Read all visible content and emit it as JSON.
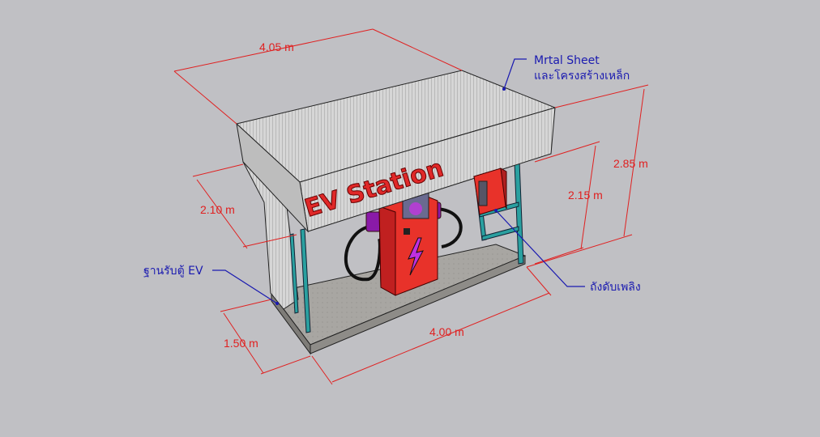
{
  "title": "EV Station canopy 3D model",
  "sign_text": "EV Station",
  "dimensions": {
    "roof_length": "4.05 m",
    "total_height": "2.85 m",
    "clear_height": "2.15 m",
    "front_height": "2.10 m",
    "base_width": "1.50 m",
    "base_length": "4.00 m"
  },
  "annotations": {
    "roof_line1": "Mrtal Sheet",
    "roof_line2": "และโครงสร้างเหล็ก",
    "base": "ฐานรับตู้ EV",
    "extinguisher": "ถังดับเพลิง"
  },
  "colors": {
    "dimension": "#e02020",
    "annotation": "#1a1ab0",
    "charger": "#e8322a",
    "post": "#2aa0a0"
  }
}
